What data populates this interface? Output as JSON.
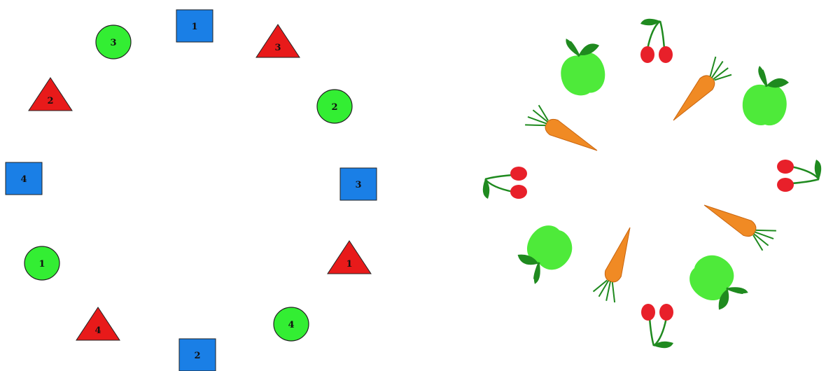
{
  "colors": {
    "square": "#1a7fe6",
    "circle": "#33ee33",
    "triangle": "#e81a1a",
    "outline": "#222222",
    "carrot": "#f08a24",
    "carrot_stroke": "#c8650f",
    "greens": "#1f8a1f",
    "apple": "#4eea3a",
    "cherry": "#e8202a",
    "stem": "#1f8a1f"
  },
  "left_circle": {
    "shapes": [
      {
        "id": "square-1",
        "kind": "square",
        "label": "1"
      },
      {
        "id": "triangle-3",
        "kind": "triangle",
        "label": "3"
      },
      {
        "id": "circle-2",
        "kind": "circle",
        "label": "2"
      },
      {
        "id": "square-3",
        "kind": "square",
        "label": "3"
      },
      {
        "id": "triangle-1",
        "kind": "triangle",
        "label": "1"
      },
      {
        "id": "circle-4",
        "kind": "circle",
        "label": "4"
      },
      {
        "id": "square-2",
        "kind": "square",
        "label": "2"
      },
      {
        "id": "triangle-4",
        "kind": "triangle",
        "label": "4"
      },
      {
        "id": "circle-1",
        "kind": "circle",
        "label": "1"
      },
      {
        "id": "square-4",
        "kind": "square",
        "label": "4"
      },
      {
        "id": "triangle-2",
        "kind": "triangle",
        "label": "2"
      },
      {
        "id": "circle-3",
        "kind": "circle",
        "label": "3"
      }
    ]
  },
  "right_circle": {
    "items": [
      {
        "id": "cherries-top",
        "kind": "cherries"
      },
      {
        "id": "carrot-upper-right",
        "kind": "carrot"
      },
      {
        "id": "apple-right",
        "kind": "apple"
      },
      {
        "id": "cherries-right",
        "kind": "cherries"
      },
      {
        "id": "carrot-right",
        "kind": "carrot"
      },
      {
        "id": "apple-lower-right",
        "kind": "apple"
      },
      {
        "id": "cherries-bottom",
        "kind": "cherries"
      },
      {
        "id": "carrot-bottom",
        "kind": "carrot"
      },
      {
        "id": "apple-lower-left",
        "kind": "apple"
      },
      {
        "id": "cherries-left",
        "kind": "cherries"
      },
      {
        "id": "carrot-left",
        "kind": "carrot"
      },
      {
        "id": "apple-upper-left",
        "kind": "apple"
      }
    ]
  }
}
